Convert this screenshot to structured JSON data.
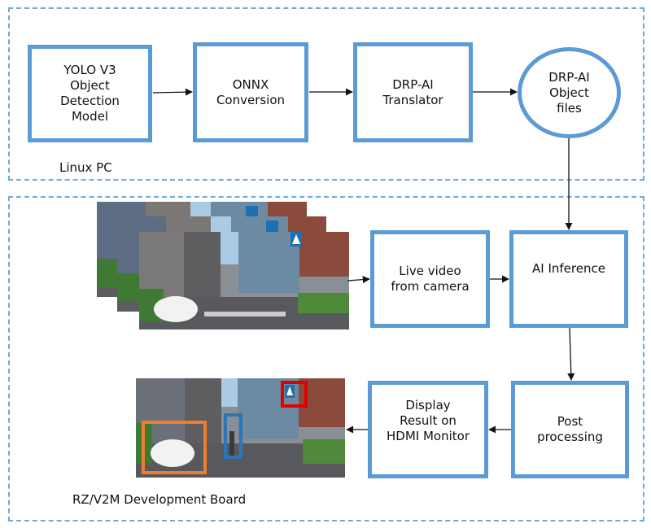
{
  "zones": {
    "linux_pc": {
      "label": "Linux PC"
    },
    "board": {
      "label": "RZ/V2M Development Board"
    }
  },
  "nodes": {
    "yolo": {
      "label": "YOLO V3\nObject\nDetection\nModel"
    },
    "onnx": {
      "label": "ONNX\nConversion"
    },
    "translator": {
      "label": "DRP-AI\nTranslator"
    },
    "object_files": {
      "label": "DRP-AI\nObject\nfiles"
    },
    "live_video": {
      "label": "Live video\nfrom camera"
    },
    "ai_inference": {
      "label": "AI Inference"
    },
    "post_processing": {
      "label": "Post\nprocessing"
    },
    "display": {
      "label": "Display\nResult on\nHDMI Monitor"
    }
  },
  "edges": [
    {
      "from": "yolo",
      "to": "onnx"
    },
    {
      "from": "onnx",
      "to": "translator"
    },
    {
      "from": "translator",
      "to": "object_files"
    },
    {
      "from": "object_files",
      "to": "ai_inference"
    },
    {
      "from": "camera_frames",
      "to": "live_video"
    },
    {
      "from": "live_video",
      "to": "ai_inference"
    },
    {
      "from": "ai_inference",
      "to": "post_processing"
    },
    {
      "from": "post_processing",
      "to": "display"
    },
    {
      "from": "display",
      "to": "result_image"
    }
  ],
  "images": {
    "camera_frames": {
      "description": "stack of three street-scene video frames",
      "frame_count": 3
    },
    "result_image": {
      "description": "street scene with detection bounding boxes",
      "detections": [
        {
          "object": "car",
          "color": "#ed7d31"
        },
        {
          "object": "pedestrian",
          "color": "#2e75b6"
        },
        {
          "object": "crosswalk sign",
          "color": "#e00000"
        }
      ]
    }
  },
  "colors": {
    "box_border": "#5b9bd5",
    "zone_border": "#6fa8dc",
    "arrow": "#111111"
  }
}
